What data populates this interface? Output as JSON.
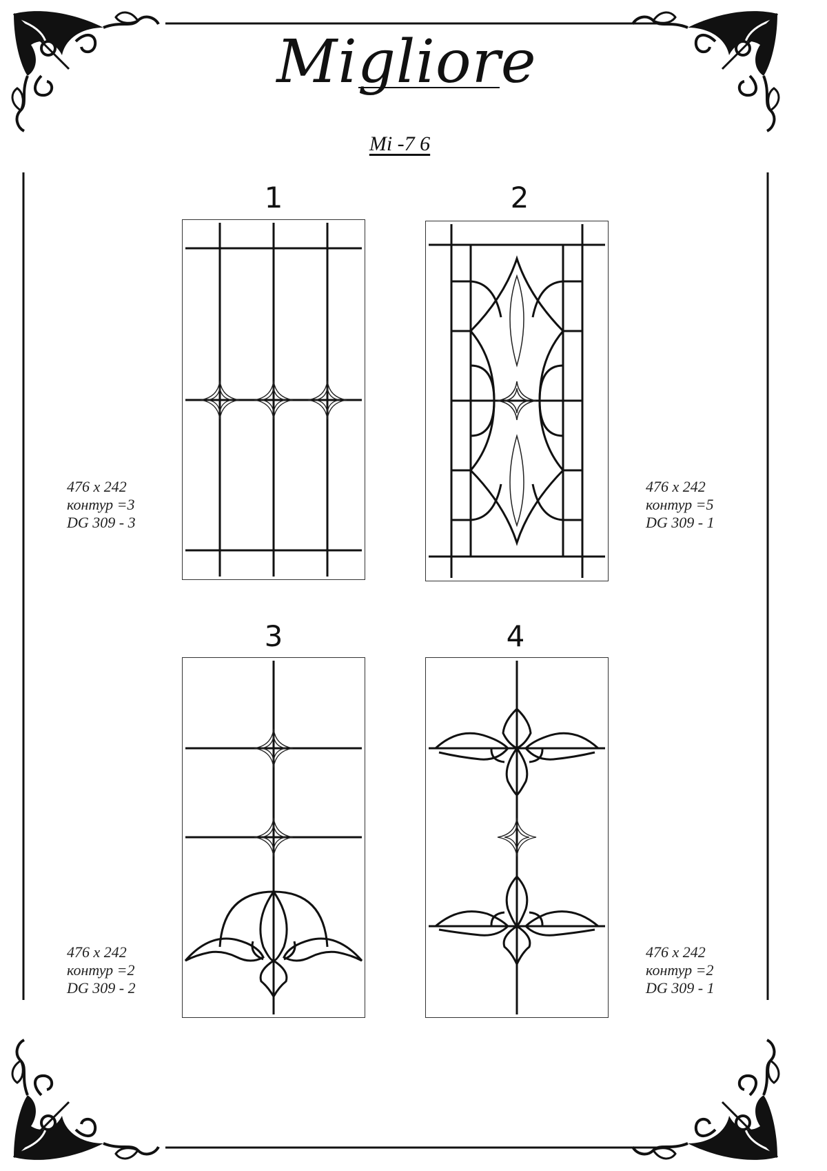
{
  "brand": "Migliore",
  "model": "Mi -7  6",
  "designs": [
    {
      "number": "1",
      "size": "476 x 242",
      "contour": "контур =3",
      "code": "DG 309 - 3"
    },
    {
      "number": "2",
      "size": "476 x 242",
      "contour": "контур =5",
      "code": "DG 309 - 1"
    },
    {
      "number": "3",
      "size": "476 x 242",
      "contour": "контур =2",
      "code": "DG 309 - 2"
    },
    {
      "number": "4",
      "size": "476 x 242",
      "contour": "контур =2",
      "code": "DG 309 - 1"
    }
  ]
}
